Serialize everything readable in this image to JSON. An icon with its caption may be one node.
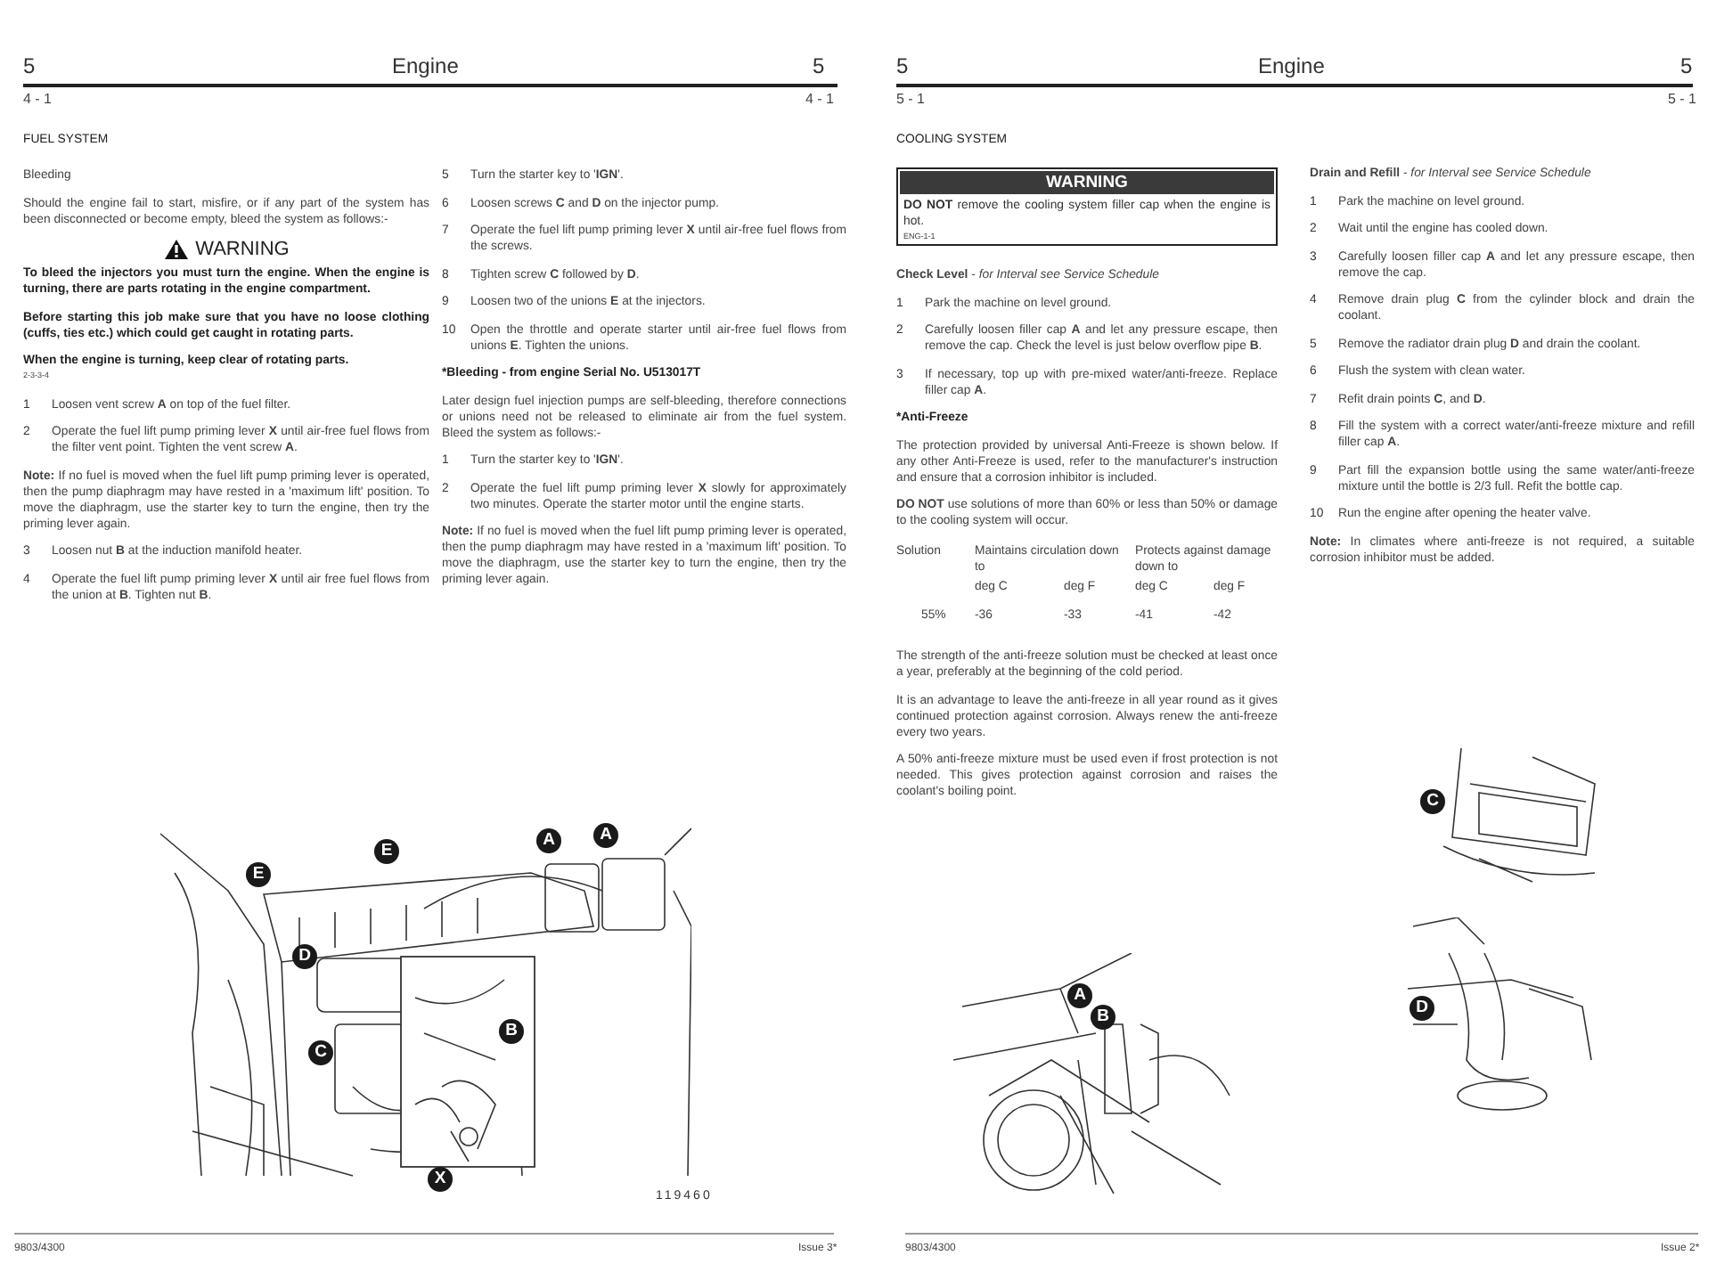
{
  "diagram": {
    "nodes": [
      {
        "text": [
          "WARNING",
          "**DO NOT** remove the cooling system filler cap when the engine is hot.",
          "ENG-1-1"
        ]
      }
    ],
    "labels": [
      "5",
      "Engine",
      "5",
      "4 - 1",
      "4 - 1",
      "FUEL SYSTEM",
      "Bleeding",
      "Should the engine fail to start, misfire, or if any part of the system has been disconnected or become empty, bleed the system as follows:-",
      "WARNING",
      "To bleed the injectors you must turn the engine. When the engine is turning, there are parts rotating in the engine compartment.",
      "Before starting this job make sure that you have no loose clothing (cuffs, ties etc.) which could get caught in rotating parts.",
      "When the engine is turning, keep clear of rotating parts.",
      "2-3-3-4",
      "1",
      "Loosen vent screw **A** on top of the fuel filter.",
      "2",
      "Operate the fuel lift pump priming lever **X** until air-free fuel flows from the filter vent point. Tighten the vent screw **A**.",
      "**Note:** If no fuel is moved when the fuel lift pump priming lever is operated, then the pump diaphragm may have rested in a 'maximum lift' position. To move the diaphragm, use the starter key to turn the engine, then try the priming lever again.",
      "3",
      "Loosen nut **B** at the induction manifold heater.",
      "4",
      "Operate the fuel lift pump priming lever **X** until air free fuel flows from the union at **B**. Tighten nut **B**.",
      "5",
      "Turn the starter key to '**IGN**'.",
      "6",
      "Loosen screws **C** and **D** on the injector pump.",
      "7",
      "Operate the fuel lift pump priming lever **X** until air-free fuel flows from the screws.",
      "8",
      "Tighten screw **C** followed by **D**.",
      "9",
      "Loosen two of the unions **E** at the injectors.",
      "10",
      "Open the throttle and operate starter until air-free fuel flows from unions **E**. Tighten the unions.",
      "*Bleeding - from engine Serial No. U513017T",
      "Later design fuel injection pumps are self-bleeding, therefore connections or unions need not be released to eliminate air from the fuel system. Bleed the system as follows:-",
      "1",
      "Turn the starter key to '**IGN**'.",
      "2",
      "Operate the fuel lift pump priming lever **X** slowly for approximately two minutes. Operate the starter motor until the engine starts.",
      "**Note:** If no fuel is moved when the fuel lift pump priming lever is operated, then the pump diaphragm may have rested in a 'maximum lift' position. To move the diaphragm, use the starter key to turn the engine, then try the priming lever again.",
      "E",
      "E",
      "A",
      "A",
      "D",
      "B",
      "C",
      "X",
      "119460",
      "9803/4300",
      "Issue 3*",
      "5",
      "Engine",
      "5",
      "5 - 1",
      "5 - 1",
      "COOLING SYSTEM",
      "**Check Level** - *for Interval see Service Schedule*",
      "1",
      "Park the machine on level ground.",
      "2",
      "Carefully loosen filler cap **A** and let any pressure escape, then remove the cap. Check the level is just below overflow pipe **B**.",
      "3",
      "If necessary, top up with pre-mixed water/anti-freeze. Replace filler cap **A**.",
      "*Anti-Freeze",
      "The protection provided by universal Anti-Freeze is shown below. If any other Anti-Freeze is used, refer to the manufacturer's instruction and ensure that a corrosion inhibitor is included.",
      "**DO NOT** use solutions of more than 60% or less than 50% or damage to the cooling system will occur.",
      "Solution",
      "Maintains circulation down to",
      "Protects against damage down to",
      "deg C",
      "deg F",
      "deg C",
      "deg F",
      "55%",
      "-36",
      "-33",
      "-41",
      "-42",
      "The strength of the anti-freeze solution must be checked at least once a year, preferably at the beginning of the cold period.",
      "It is an advantage to leave the anti-freeze in all year round as it gives continued protection against corrosion. Always renew the anti-freeze every two years.",
      "A 50% anti-freeze mixture must be used even if frost protection is not needed. This gives protection against corrosion and raises the coolant's boiling point.",
      "**Drain and Refill** - *for Interval see Service Schedule*",
      "1",
      "Park the machine on level ground.",
      "2",
      "Wait until the engine has cooled down.",
      "3",
      "Carefully loosen filler cap **A** and let any pressure escape, then remove the cap.",
      "4",
      "Remove drain plug **C** from the cylinder block and drain the coolant.",
      "5",
      "Remove the radiator drain plug **D** and drain the coolant.",
      "6",
      "Flush the system with clean water.",
      "7",
      "Refit drain points **C**, and **D**.",
      "8",
      "Fill the system with a correct water/anti-freeze mixture and refill filler cap **A**.",
      "9",
      "Part fill the expansion bottle using the same water/anti-freeze mixture until the bottle is 2/3 full. Refit the bottle cap.",
      "10",
      "Run the engine after opening the heater valve.",
      "**Note:** In climates where anti-freeze is not required, a suitable corrosion inhibitor must be added.",
      "A",
      "B",
      "C",
      "D",
      "9803/4300",
      "Issue 2*"
    ]
  }
}
